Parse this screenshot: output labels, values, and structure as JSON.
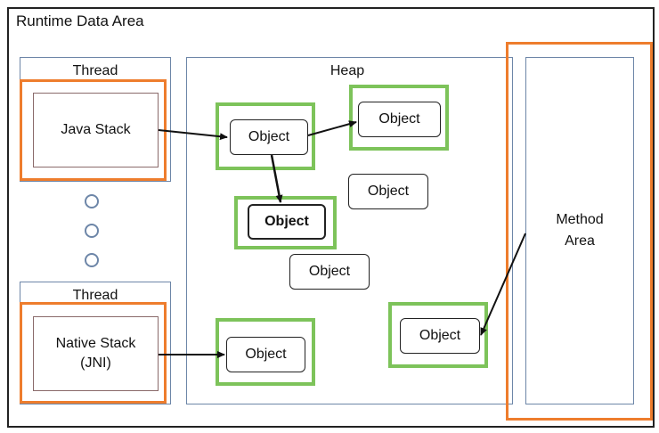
{
  "diagram": {
    "title": "Runtime Data Area",
    "thread_label": "Thread",
    "heap_label": "Heap",
    "java_stack": "Java Stack",
    "native_stack_line1": "Native Stack",
    "native_stack_line2": "(JNI)",
    "method_area_line1": "Method",
    "method_area_line2": "Area",
    "object_label": "Object"
  }
}
